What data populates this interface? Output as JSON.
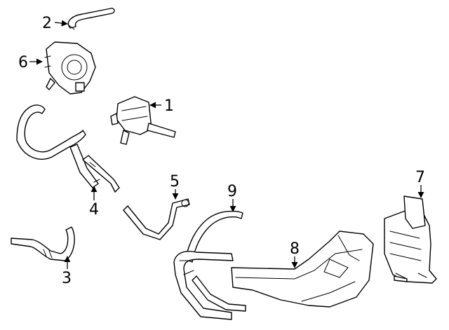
{
  "diagram": {
    "callouts": [
      {
        "id": "c1",
        "label": "1"
      },
      {
        "id": "c2",
        "label": "2"
      },
      {
        "id": "c3",
        "label": "3"
      },
      {
        "id": "c4",
        "label": "4"
      },
      {
        "id": "c5",
        "label": "5"
      },
      {
        "id": "c6",
        "label": "6"
      },
      {
        "id": "c7",
        "label": "7"
      },
      {
        "id": "c8",
        "label": "8"
      },
      {
        "id": "c9",
        "label": "9"
      }
    ],
    "colors": {
      "line": "#000000",
      "background": "#ffffff"
    }
  }
}
